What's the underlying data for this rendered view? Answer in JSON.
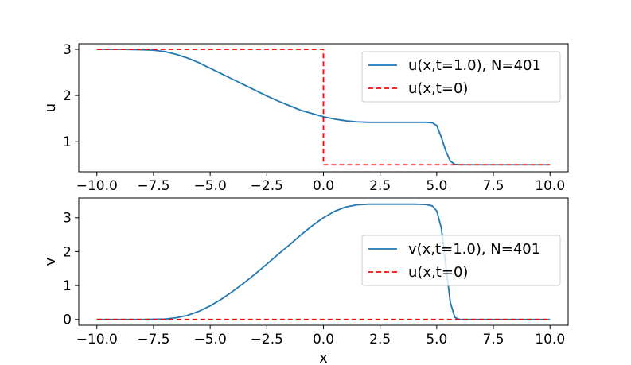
{
  "chart_data": [
    {
      "type": "line",
      "title": "",
      "xlabel": "",
      "ylabel": "u",
      "xlim": [
        -10.8,
        10.8
      ],
      "ylim": [
        0.35,
        3.12
      ],
      "xticks": [
        -10.0,
        -7.5,
        -5.0,
        -2.5,
        0.0,
        2.5,
        5.0,
        7.5,
        10.0
      ],
      "yticks": [
        1,
        2,
        3
      ],
      "legend_position": "upper right",
      "series": [
        {
          "name": "u(x,t=1.0), N=401",
          "color": "#1f77b4",
          "style": "solid",
          "x": [
            -10.0,
            -9.0,
            -8.0,
            -7.5,
            -7.0,
            -6.5,
            -6.0,
            -5.5,
            -5.0,
            -4.5,
            -4.0,
            -3.5,
            -3.0,
            -2.5,
            -2.0,
            -1.5,
            -1.0,
            -0.5,
            0.0,
            0.5,
            1.0,
            1.5,
            2.0,
            3.0,
            4.0,
            4.5,
            4.8,
            5.0,
            5.2,
            5.4,
            5.6,
            5.8,
            6.0,
            7.0,
            8.0,
            9.0,
            10.0
          ],
          "y": [
            3.0,
            3.0,
            2.99,
            2.98,
            2.95,
            2.89,
            2.81,
            2.71,
            2.59,
            2.47,
            2.35,
            2.23,
            2.11,
            1.99,
            1.88,
            1.78,
            1.68,
            1.61,
            1.54,
            1.49,
            1.45,
            1.43,
            1.42,
            1.42,
            1.42,
            1.42,
            1.41,
            1.35,
            1.1,
            0.8,
            0.58,
            0.51,
            0.5,
            0.5,
            0.5,
            0.5,
            0.5
          ]
        },
        {
          "name": "u(x,t=0)",
          "color": "#ff0000",
          "style": "dashed",
          "x": [
            -10.0,
            0.0,
            0.0,
            10.0
          ],
          "y": [
            3.0,
            3.0,
            0.5,
            0.5
          ]
        }
      ]
    },
    {
      "type": "line",
      "title": "",
      "xlabel": "x",
      "ylabel": "v",
      "xlim": [
        -10.8,
        10.8
      ],
      "ylim": [
        -0.17,
        3.58
      ],
      "xticks": [
        -10.0,
        -7.5,
        -5.0,
        -2.5,
        0.0,
        2.5,
        5.0,
        7.5,
        10.0
      ],
      "yticks": [
        0,
        1,
        2,
        3
      ],
      "legend_position": "center right",
      "series": [
        {
          "name": "v(x,t=1.0), N=401",
          "color": "#1f77b4",
          "style": "solid",
          "x": [
            -10.0,
            -8.0,
            -7.0,
            -6.5,
            -6.0,
            -5.5,
            -5.0,
            -4.5,
            -4.0,
            -3.5,
            -3.0,
            -2.5,
            -2.0,
            -1.5,
            -1.0,
            -0.5,
            0.0,
            0.5,
            1.0,
            1.5,
            2.0,
            3.0,
            4.0,
            4.5,
            4.8,
            5.0,
            5.2,
            5.4,
            5.6,
            5.8,
            6.0,
            7.0,
            8.0,
            9.0,
            10.0
          ],
          "y": [
            0.0,
            0.0,
            0.01,
            0.05,
            0.12,
            0.24,
            0.4,
            0.6,
            0.83,
            1.08,
            1.35,
            1.63,
            1.92,
            2.2,
            2.49,
            2.76,
            3.0,
            3.19,
            3.32,
            3.38,
            3.4,
            3.4,
            3.4,
            3.39,
            3.35,
            3.2,
            2.7,
            1.6,
            0.5,
            0.06,
            0.0,
            0.0,
            0.0,
            0.0,
            0.0
          ]
        },
        {
          "name": "u(x,t=0)",
          "color": "#ff0000",
          "style": "dashed",
          "x": [
            -10.0,
            10.0
          ],
          "y": [
            0.0,
            0.0
          ]
        }
      ]
    }
  ]
}
